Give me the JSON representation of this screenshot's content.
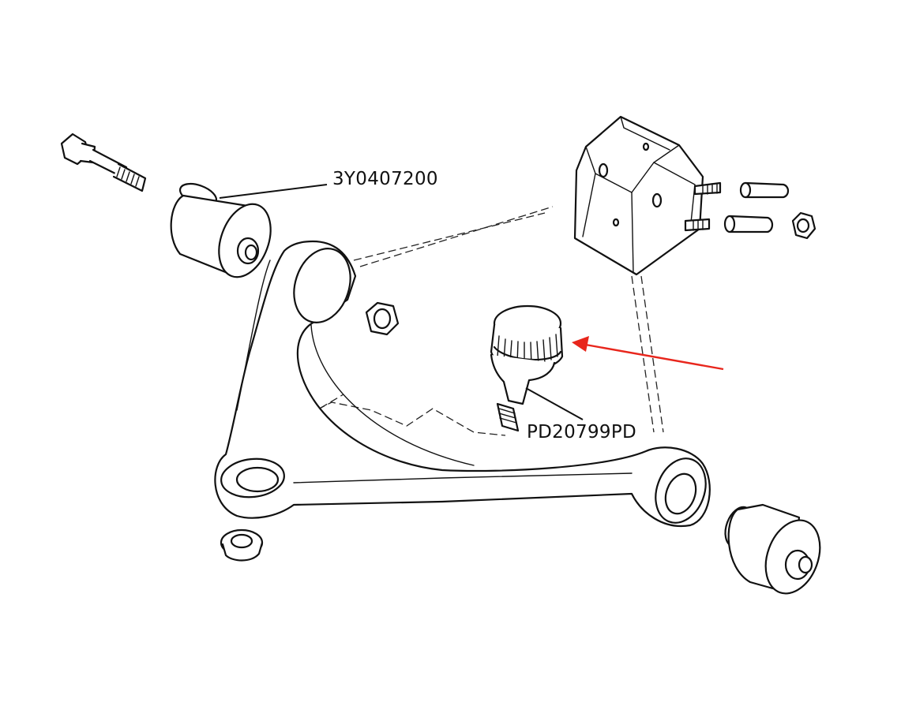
{
  "labels": {
    "bush_part_number": "3Y0407200",
    "ball_joint_part_number": "PD20799PD"
  },
  "colors": {
    "line": "#111111",
    "arrow": "#e8261c",
    "background": "#ffffff"
  },
  "parts": [
    "bolt",
    "bush",
    "nut",
    "wishbone-arm",
    "ball-joint",
    "mounting-bracket",
    "studs",
    "spacers",
    "bracket-nut",
    "rear-bush",
    "small-nut"
  ]
}
